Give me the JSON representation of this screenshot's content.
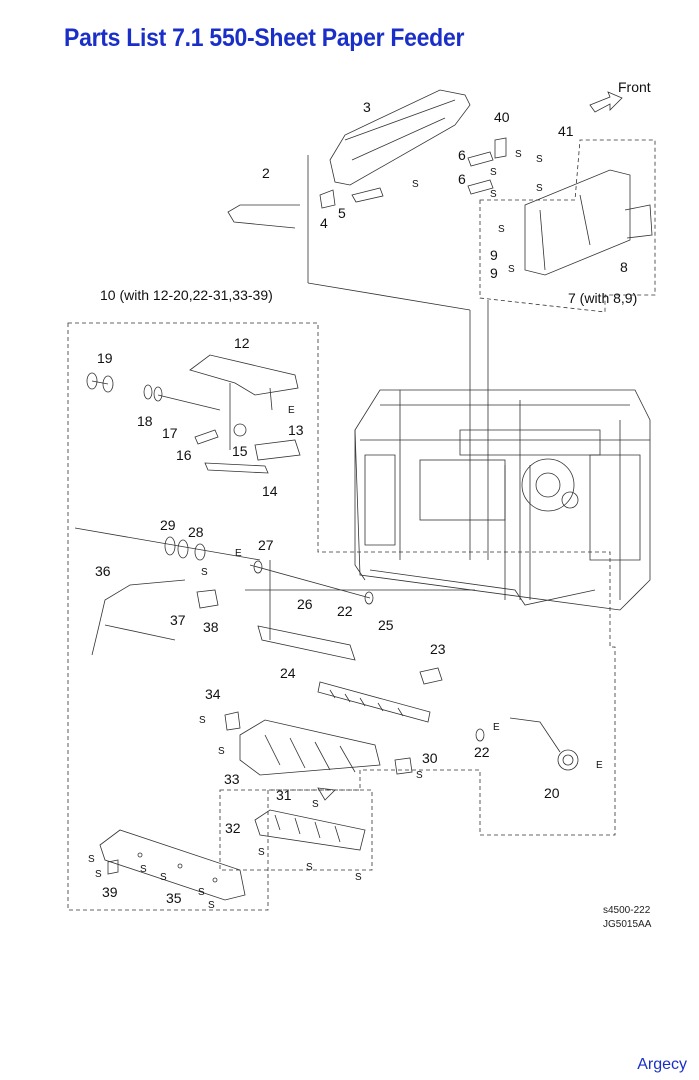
{
  "title": "Parts List 7.1 550-Sheet Paper Feeder",
  "front_label": "Front",
  "callouts": {
    "assy10": "10 (with 12-20,22-31,33-39)",
    "assy7": "7 (with 8,9)"
  },
  "part_numbers": [
    "2",
    "3",
    "4",
    "5",
    "6",
    "6",
    "40",
    "41",
    "9",
    "9",
    "8",
    "12",
    "13",
    "14",
    "15",
    "16",
    "17",
    "18",
    "19",
    "29",
    "28",
    "27",
    "26",
    "22",
    "36",
    "37",
    "38",
    "25",
    "23",
    "24",
    "34",
    "22",
    "30",
    "20",
    "33",
    "31",
    "32",
    "39",
    "35"
  ],
  "markers": {
    "s": "S",
    "e": "E"
  },
  "drawing_codes": {
    "code1": "s4500-222",
    "code2": "JG5015AA"
  },
  "brand": "Argecy",
  "colors": {
    "title": "#1a2fc8",
    "brand": "#1a2fc8",
    "line": "#222222"
  }
}
